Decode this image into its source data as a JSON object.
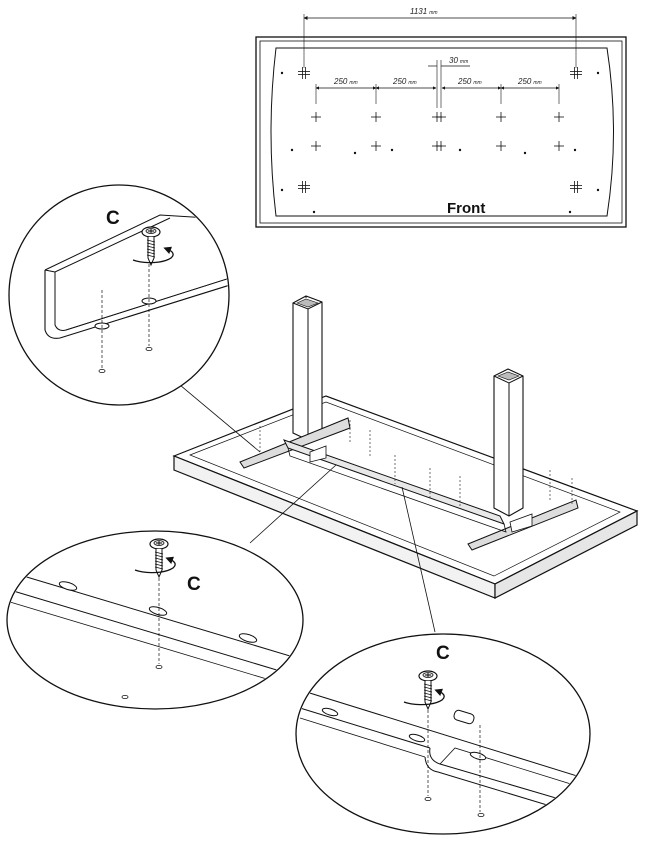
{
  "top_view": {
    "overall_width": "1131",
    "overall_unit": "mm",
    "center_gap": "30",
    "center_gap_unit": "mm",
    "spacing": [
      {
        "value": "250",
        "unit": "mm"
      },
      {
        "value": "250",
        "unit": "mm"
      },
      {
        "value": "250",
        "unit": "mm"
      },
      {
        "value": "250",
        "unit": "mm"
      }
    ],
    "front_label": "Front"
  },
  "callouts": {
    "top_left": "C",
    "bottom_left": "C",
    "bottom_right": "C"
  },
  "colors": {
    "line": "#111111",
    "background": "#ffffff",
    "frame_fill": "#e8e8e8"
  },
  "icons": [
    "screw-icon",
    "rotation-arrow-icon"
  ]
}
